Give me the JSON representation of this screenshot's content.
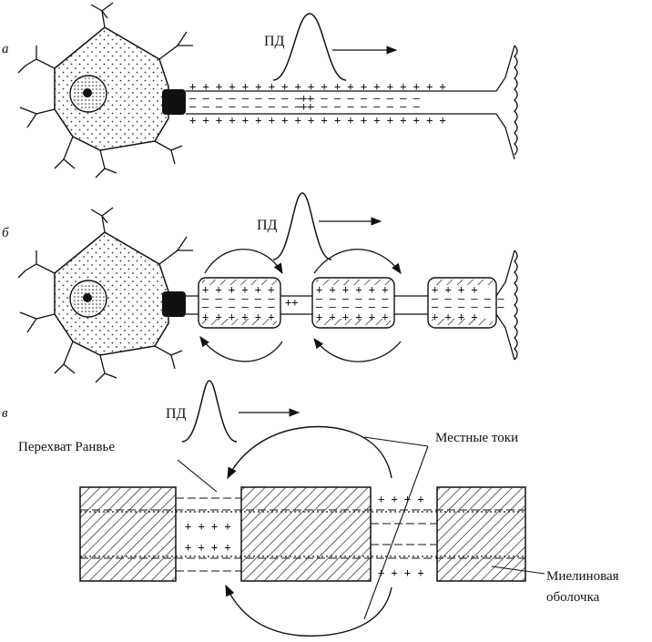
{
  "panels": {
    "a": {
      "letter": "а",
      "pd_label": "ПД"
    },
    "b": {
      "letter": "б",
      "pd_label": "ПД"
    },
    "c": {
      "letter": "в",
      "pd_label": "ПД"
    }
  },
  "annotations": {
    "ranvier_node": "Перехват Ранвье",
    "local_currents": "Местные токи",
    "myelin_sheath_line1": "Миелиновая",
    "myelin_sheath_line2": "оболочка"
  },
  "signs": {
    "plus_row_long": "+ + + + + + + + + + + + + + + + + + + +",
    "minus_row_long": "— — — — — — — — — — — — — — — — — —",
    "plus4": "+ + + +",
    "plus6": "+ + + + + +",
    "minus6": "— — — — — —",
    "double_plus": "++"
  },
  "colors": {
    "ink": "#111111",
    "background": "#ffffff"
  }
}
